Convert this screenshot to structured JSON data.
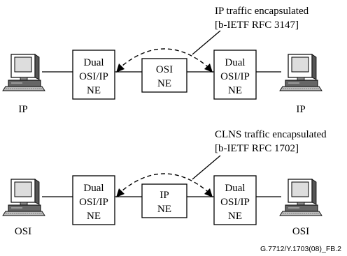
{
  "diagrams": [
    {
      "callout": [
        "IP traffic encapsulated",
        "[b-IETF RFC 3147]"
      ],
      "left_endpoint_label": "IP",
      "right_endpoint_label": "IP",
      "left_ne": [
        "Dual",
        "OSI/IP",
        "NE"
      ],
      "middle_ne": [
        "OSI",
        "NE"
      ],
      "right_ne": [
        "Dual",
        "OSI/IP",
        "NE"
      ]
    },
    {
      "callout": [
        "CLNS traffic encapsulated",
        "[b-IETF RFC 1702]"
      ],
      "left_endpoint_label": "OSI",
      "right_endpoint_label": "OSI",
      "left_ne": [
        "Dual",
        "OSI/IP",
        "NE"
      ],
      "middle_ne": [
        "IP",
        "NE"
      ],
      "right_ne": [
        "Dual",
        "OSI/IP",
        "NE"
      ]
    }
  ],
  "figure_id": "G.7712/Y.1703(08)_FB.2",
  "icons": {
    "endpoint": "computer-terminal-icon"
  }
}
